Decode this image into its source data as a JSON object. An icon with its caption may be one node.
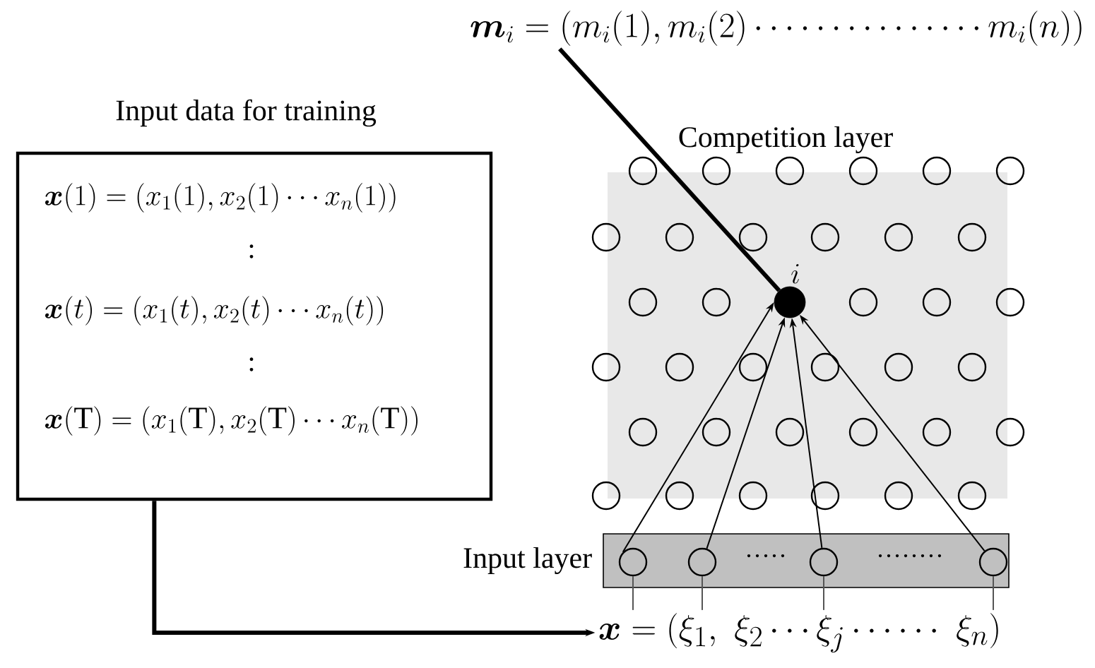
{
  "diagram": {
    "nodes": [
      {
        "text": [
          "\\boldsymbol{m}_i=(m_i(1),m_i(2)\\cdots\\cdots\\cdots\\cdots\\cdots m_i(n))"
        ]
      },
      {
        "text": [
          "Input data for training",
          "\\boldsymbol{x}(1)=(x_1(1),x_2(1)\\cdots x_n(1))",
          ":",
          "\\boldsymbol{x}(t)=(x_1(t),x_2(t)\\cdots x_n(t))",
          ":",
          "\\boldsymbol{x}(\\mathrm{T})=(x_1(\\mathrm{T}),x_2(\\mathrm{T})\\cdots x_n(\\mathrm{T}))"
        ]
      },
      {
        "text": [
          "Competition layer"
        ]
      },
      {
        "text": [],
        "shape": "circle"
      },
      {
        "text": [],
        "shape": "circle"
      },
      {
        "text": [],
        "shape": "circle"
      },
      {
        "text": [],
        "shape": "circle"
      },
      {
        "text": [],
        "shape": "circle"
      },
      {
        "text": [],
        "shape": "circle"
      },
      {
        "text": [],
        "shape": "circle"
      },
      {
        "text": [],
        "shape": "circle",
        "in": 2
      },
      {
        "text": [],
        "shape": "circle",
        "in": 2
      },
      {
        "text": [],
        "shape": "circle",
        "in": 2
      },
      {
        "text": [],
        "shape": "circle",
        "in": 2
      },
      {
        "text": [],
        "shape": "circle",
        "in": 2
      },
      {
        "text": [],
        "shape": "circle",
        "in": 2
      },
      {
        "text": [],
        "shape": "circle",
        "in": 2
      },
      {
        "text": [],
        "shape": "dot",
        "beside": [
          "i"
        ],
        "in": 2
      },
      {
        "text": [],
        "shape": "circle",
        "in": 2
      },
      {
        "text": [],
        "shape": "circle",
        "in": 2
      },
      {
        "text": [],
        "shape": "circle"
      },
      {
        "text": [],
        "shape": "circle"
      },
      {
        "text": [],
        "shape": "circle",
        "in": 2
      },
      {
        "text": [],
        "shape": "circle",
        "in": 2
      },
      {
        "text": [],
        "shape": "circle",
        "in": 2
      },
      {
        "text": [],
        "shape": "circle",
        "in": 2
      },
      {
        "text": [],
        "shape": "circle",
        "in": 2
      },
      {
        "text": [],
        "shape": "circle",
        "in": 2
      },
      {
        "text": [],
        "shape": "circle",
        "in": 2
      },
      {
        "text": [],
        "shape": "circle",
        "in": 2
      },
      {
        "text": [],
        "shape": "circle",
        "in": 2
      },
      {
        "text": [],
        "shape": "circle",
        "in": 2
      },
      {
        "text": [],
        "shape": "circle"
      },
      {
        "text": [],
        "shape": "circle"
      },
      {
        "text": [],
        "shape": "circle"
      },
      {
        "text": [],
        "shape": "circle"
      },
      {
        "text": [],
        "shape": "circle"
      },
      {
        "text": [],
        "shape": "circle"
      },
      {
        "text": [],
        "shape": "circle"
      },
      {
        "text": [],
        "shape": "box",
        "beside": [
          "Input layer"
        ]
      },
      {
        "text": [],
        "shape": "circle",
        "in": 39
      },
      {
        "text": [],
        "shape": "circle",
        "in": 39
      },
      {
        "text": [],
        "shape": "circle",
        "in": 39
      },
      {
        "text": [],
        "shape": "circle",
        "in": 39
      },
      {
        "text": [
          "\\boldsymbol{x}=(\\xi_1,\\ \\xi_2\\cdots\\xi_j\\cdots\\cdots\\ \\xi_n)"
        ]
      }
    ],
    "edges": [
      {
        "from": 0,
        "to": 17,
        "arrow": "none",
        "style": "thick"
      },
      {
        "from": 40,
        "to": 17,
        "arrow": "to"
      },
      {
        "from": 41,
        "to": 17,
        "arrow": "to"
      },
      {
        "from": 42,
        "to": 17,
        "arrow": "to"
      },
      {
        "from": 43,
        "to": 17,
        "arrow": "to"
      },
      {
        "from": 1,
        "to": 44,
        "arrow": "to",
        "style": "thick"
      },
      {
        "from": 40,
        "to": 44,
        "arrow": "none",
        "color": "#555555"
      },
      {
        "from": 41,
        "to": 44,
        "arrow": "none",
        "color": "#555555"
      },
      {
        "from": 42,
        "to": 44,
        "arrow": "none",
        "color": "#555555"
      },
      {
        "from": 43,
        "to": 44,
        "arrow": "none",
        "color": "#555555"
      }
    ],
    "labels": [
      "·····",
      "········"
    ]
  }
}
